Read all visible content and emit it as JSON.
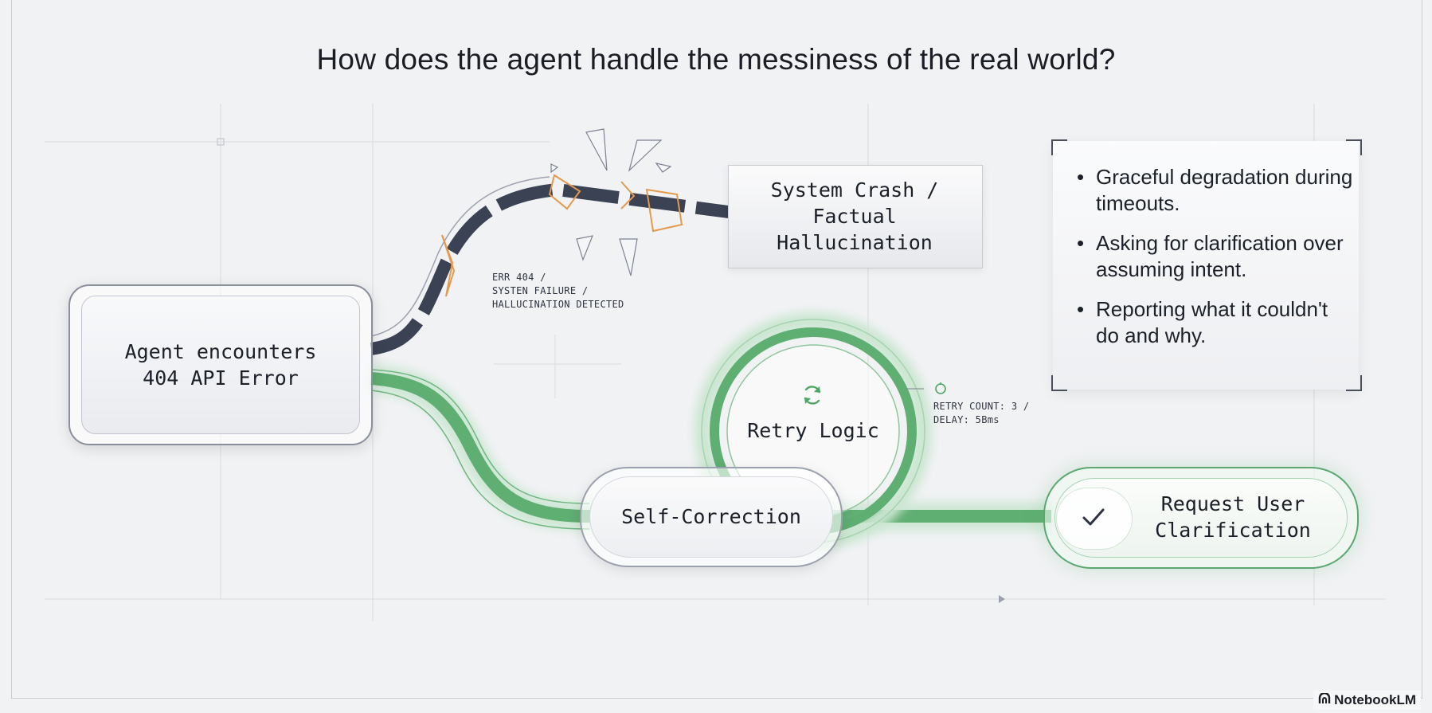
{
  "title": "How does the agent handle the messiness of the real world?",
  "nodes": {
    "agent": {
      "line1": "Agent encounters",
      "line2": "404 API Error"
    },
    "crash": {
      "line1": "System Crash /",
      "line2": "Factual",
      "line3": "Hallucination"
    },
    "retry": {
      "label": "Retry Logic"
    },
    "self_correction": {
      "label": "Self-Correction"
    },
    "request": {
      "line1": "Request User",
      "line2": "Clarification"
    }
  },
  "annotations": {
    "error": {
      "line1": "ERR 404 /",
      "line2": "SYSTEN FAILURE /",
      "line3": "HALLUCINATION DETECTED"
    },
    "retry": {
      "line1": "RETRY COUNT: 3 /",
      "line2": "DELAY: 5Bms"
    }
  },
  "bullets": [
    "Graceful degradation during timeouts.",
    "Asking for clarification over assuming intent.",
    "Reporting what it couldn't do and why."
  ],
  "brand": "NotebookLM",
  "icons": [
    "refresh-icon",
    "check-icon",
    "timer-icon",
    "notebooklm-logo-icon"
  ],
  "colors": {
    "success": "#3e9a5a",
    "failure": "#3b4254",
    "warning": "#e39a4c"
  }
}
